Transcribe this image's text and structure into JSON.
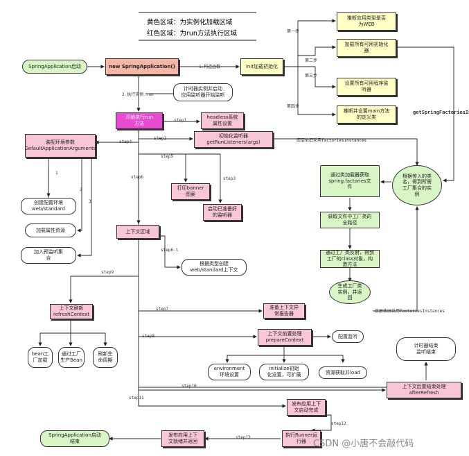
{
  "legend": {
    "yellow_line": "黄色区域：为实例化加载区域",
    "red_line": "红色区域：为run方法执行区域"
  },
  "nodes": {
    "start": "SpringApplication启动",
    "new_app": "new SpringApplication()",
    "init": "init加载初始化",
    "infer_web": "推断应用类型是否\n为WEB",
    "load_initializers": "加载所有可用初始化\n器",
    "set_listeners": "设置所有可用程序监\n听器",
    "infer_main": "推断并设置main方法\n的定义类",
    "timer_start": "计时器实例并启动\n应用监听器开始监听",
    "run": "开始执行run\n方法",
    "headless": "headless系统\n属性设置",
    "get_listeners": "初始化监听器\ngetRunListeners(args)",
    "env": "装配环境参数\nDefaultApplicationArguments",
    "create_env": "创建配置环境\nweb/standard",
    "load_props": "加载属性资源",
    "add_listener": "加入预监听集\n合",
    "banner": "打印banner\n图案",
    "start_listeners": "启动已准备好\n的监听器",
    "factories_circle": "根据传入的类\n名，得到所需\n工厂集合的实\n例",
    "loader": "通过类加载器获取\nspring.factories文\n件",
    "class_path": "获取文件中工厂类的\n全路径",
    "reflect": "通过工厂类反射，得到\n工厂的class对象，构\n造方法",
    "gen_instance": "生成工厂类\n实例，并返\n回",
    "context_area": "上下文区域",
    "infer_ctx": "根据类型创建\nweb/standard上下文",
    "refresh": "上下文刷新\nrefreshContext",
    "bean_load": "bean工\n厂加载",
    "gen_bean": "通过工厂\n生产Bean",
    "refresh_life": "刷新生\n命周期",
    "prep_exc": "准备上下文异\n常报告器",
    "pre_ctx": "上下文前置处理\nprepareContext",
    "config_listener": "配置监听",
    "env_set": "environment\n环境设置",
    "initialize": "initialize初始\n化设置，可扩展",
    "res_load": "资源获取并load",
    "timer_end": "计时器结束\n监听结束",
    "after_refresh": "上下文后置结束处理\nafterRefresh",
    "publish_ctx": "发布应用上下\n文启动完成",
    "runner": "执行Runner运\n行器",
    "publish_end": "发布应用上下\n文就绪并返回",
    "end": "SpringApplication启动\n结束"
  },
  "labels": {
    "step1_ctor": "1.构造函数",
    "step2_run": "2.执行实例.run",
    "s1": "第一步",
    "s2": "第二步",
    "s3": "第三步",
    "s4": "第四步",
    "getSpringFactoriesIns": "getSpringFactoriesIns",
    "step1": "step1",
    "step2": "step2",
    "step3": "step3",
    "step4": "step4",
    "step5": "step5",
    "step6": "step6",
    "step6_1": "step6.1",
    "step7": "step7",
    "step8": "step8",
    "step9": "step9",
    "step10": "step10",
    "step11": "step11",
    "step12": "step12",
    "step13": "step13",
    "n1": "1",
    "n2": "2",
    "n3": "3",
    "bottom_factories_1": "底层依旧采用factoriesInstances",
    "bottom_factories_2": "底层依旧采用factoriesInstances"
  },
  "watermark": "CSDN @小唐不会敲代码"
}
